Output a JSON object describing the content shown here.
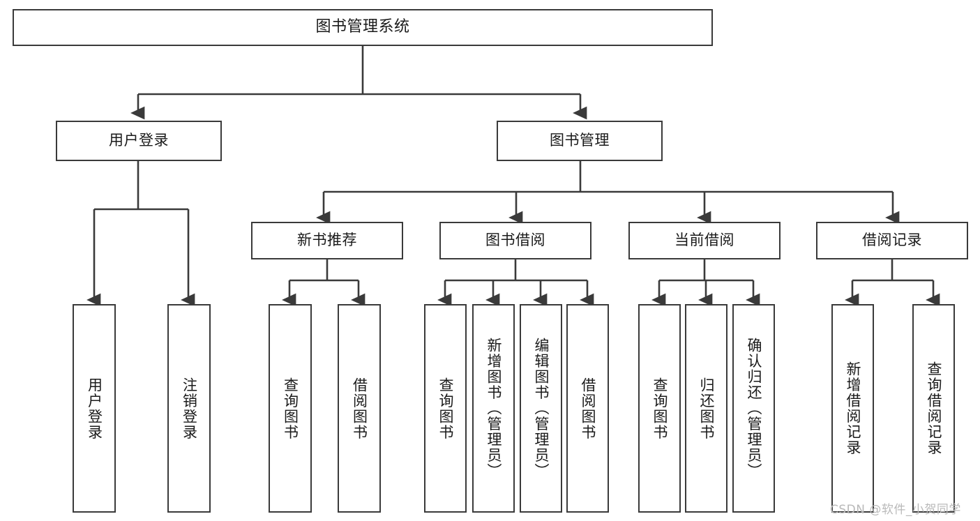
{
  "diagram": {
    "title": "图书管理系统",
    "type": "hierarchy-tree",
    "watermark": "CSDN @软件_小贺同学",
    "colors": {
      "box_border": "#3a3a3a",
      "box_fill": "#ffffff",
      "edge": "#3a3a3a",
      "text": "#1a1a1a",
      "watermark": "#b9b9b9",
      "background": "#ffffff"
    },
    "levels": {
      "root": {
        "label": "图书管理系统"
      },
      "level2": [
        {
          "label": "用户登录"
        },
        {
          "label": "图书管理"
        }
      ],
      "level3": [
        {
          "label": "新书推荐"
        },
        {
          "label": "图书借阅"
        },
        {
          "label": "当前借阅"
        },
        {
          "label": "借阅记录"
        }
      ],
      "leaves": {
        "user_login": [
          {
            "label": "用户登录"
          },
          {
            "label": "注销登录"
          }
        ],
        "new_book_recommend": [
          {
            "label": "查询图书"
          },
          {
            "label": "借阅图书"
          }
        ],
        "book_borrow": [
          {
            "label": "查询图书"
          },
          {
            "label": "新增图书（管理员）"
          },
          {
            "label": "编辑图书（管理员）"
          },
          {
            "label": "借阅图书"
          }
        ],
        "current_borrow": [
          {
            "label": "查询图书"
          },
          {
            "label": "归还图书"
          },
          {
            "label": "确认归还（管理员）"
          }
        ],
        "borrow_record": [
          {
            "label": "新增借阅记录"
          },
          {
            "label": "查询借阅记录"
          }
        ]
      }
    }
  }
}
